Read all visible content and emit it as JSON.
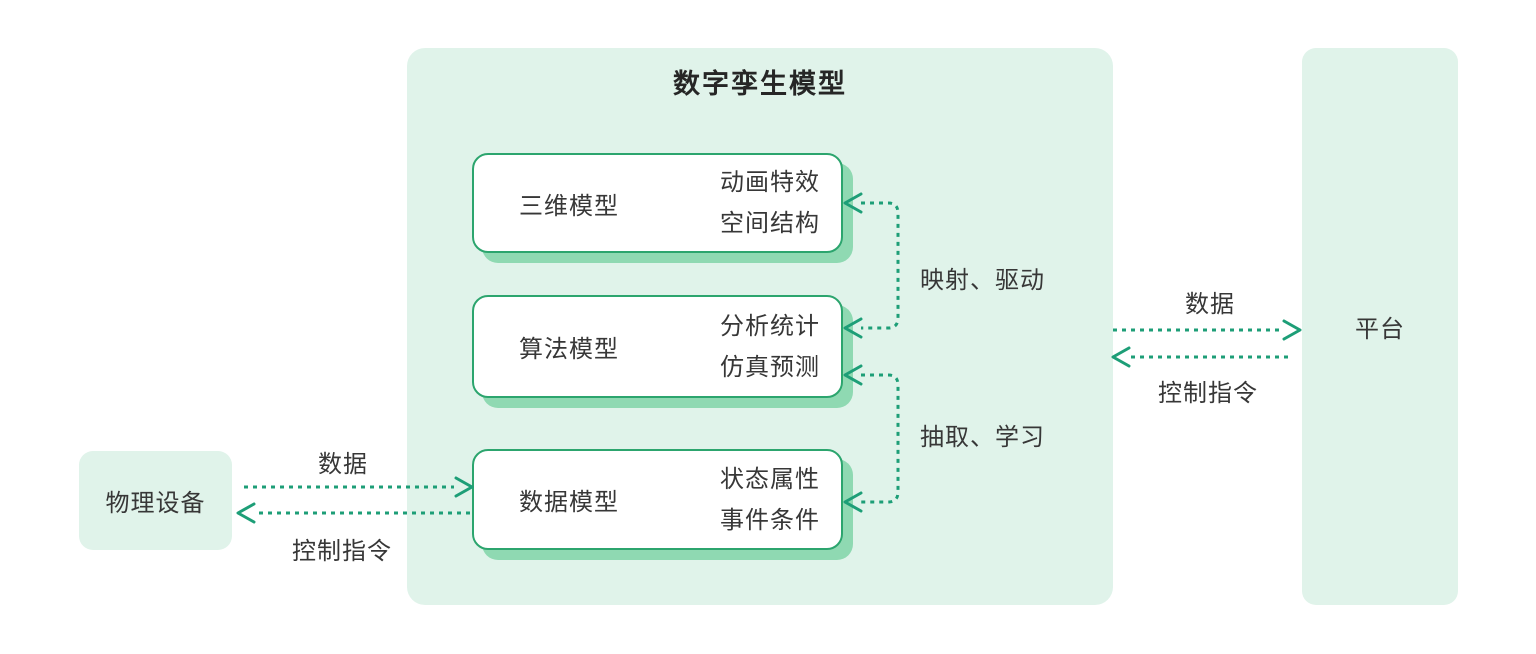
{
  "diagram": {
    "title": "数字孪生模型",
    "physical_device": {
      "label": "物理设备"
    },
    "platform": {
      "label": "平台"
    },
    "model_boxes": [
      {
        "name": "三维模型",
        "features": [
          "动画特效",
          "空间结构"
        ]
      },
      {
        "name": "算法模型",
        "features": [
          "分析统计",
          "仿真预测"
        ]
      },
      {
        "name": "数据模型",
        "features": [
          "状态属性",
          "事件条件"
        ]
      }
    ],
    "flows": {
      "device_data": "数据",
      "device_control": "控制指令",
      "map_drive": "映射、驱动",
      "extract_learn": "抽取、学习",
      "platform_data": "数据",
      "platform_control": "控制指令"
    },
    "colors": {
      "mint_fill": "#e0f3ea",
      "box_border": "#2ca56e",
      "box_shadow": "#8fd9b2",
      "arrow": "#1d9e77",
      "text": "#373737",
      "title_text": "#262626"
    }
  }
}
